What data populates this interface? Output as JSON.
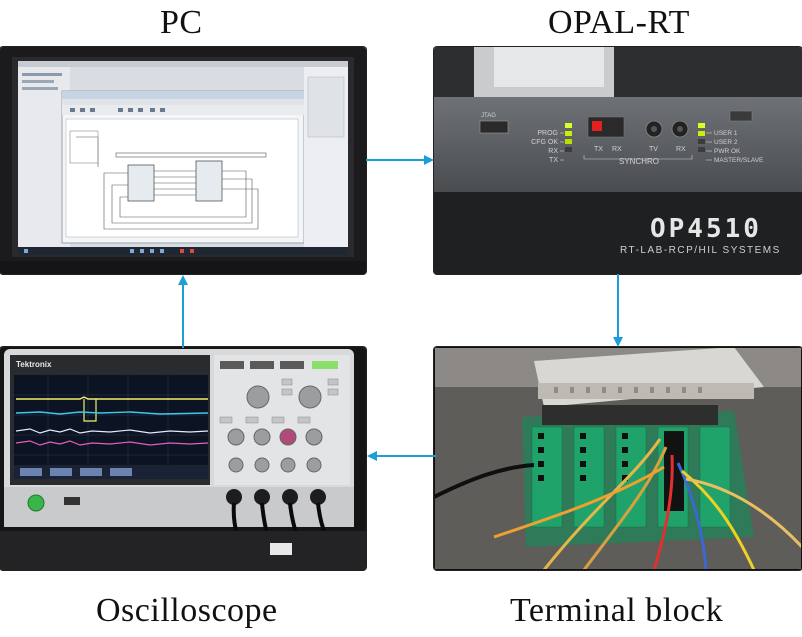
{
  "labels": {
    "pc": "PC",
    "opal": "OPAL-RT",
    "oscilloscope": "Oscilloscope",
    "terminal": "Terminal block"
  },
  "opal_panel": {
    "brand_line1": "OP4510",
    "brand_line2": "RT-LAB-RCP/HIL SYSTEMS",
    "led_labels_left": [
      "PROG",
      "CFG OK",
      "RX",
      "TX"
    ],
    "synchro": "SYNCHRO",
    "sync_tx": "TX",
    "sync_rx": "RX",
    "tv": "TV",
    "rx2": "RX",
    "led_labels_right": [
      "USER 1",
      "USER 2",
      "PWR OK",
      "MASTER/SLAVE"
    ],
    "usb_label": "JTAG"
  },
  "scope": {
    "brand": "Tektronix"
  },
  "colors": {
    "arrow": "#1a9fd8",
    "accent_led": "#c8f000"
  }
}
